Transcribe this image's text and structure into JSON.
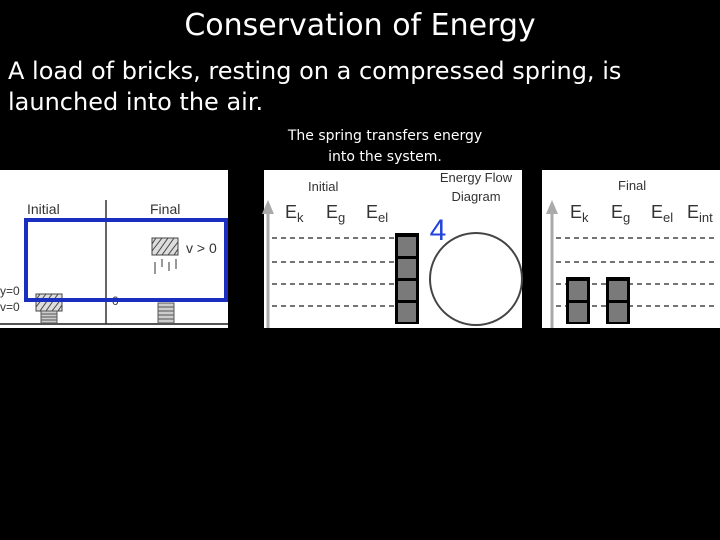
{
  "slide": {
    "title": "Conservation of Energy",
    "subtitle": "A load of bricks, resting on a compressed spring, is launched into the air.",
    "note": "The spring transfers energy into the system."
  },
  "scene": {
    "initial_label": "Initial",
    "final_label": "Final",
    "y0_label": "y=0",
    "v0_label": "v=0",
    "origin_label": "0",
    "velocity_label": "v > 0"
  },
  "initial_chart": {
    "label": "Initial",
    "columns": [
      {
        "main": "E",
        "sub": "k"
      },
      {
        "main": "E",
        "sub": "g"
      },
      {
        "main": "E",
        "sub": "el"
      }
    ],
    "bars": {
      "Ek": 0,
      "Eg": 0,
      "Eel": 4
    }
  },
  "flow_diagram": {
    "title_line1": "Energy Flow",
    "title_line2": "Diagram",
    "handwritten_value": "4"
  },
  "final_chart": {
    "label": "Final",
    "columns": [
      {
        "main": "E",
        "sub": "k"
      },
      {
        "main": "E",
        "sub": "g"
      },
      {
        "main": "E",
        "sub": "el"
      },
      {
        "main": "E",
        "sub": "int"
      }
    ],
    "bars": {
      "Ek": 2,
      "Eg": 2,
      "Eel": 0,
      "Eint": 0
    }
  },
  "colors": {
    "highlight_box": "#1a2fbf",
    "bar_fill": "#7a7a7a",
    "axis": "#aaaaaa"
  }
}
